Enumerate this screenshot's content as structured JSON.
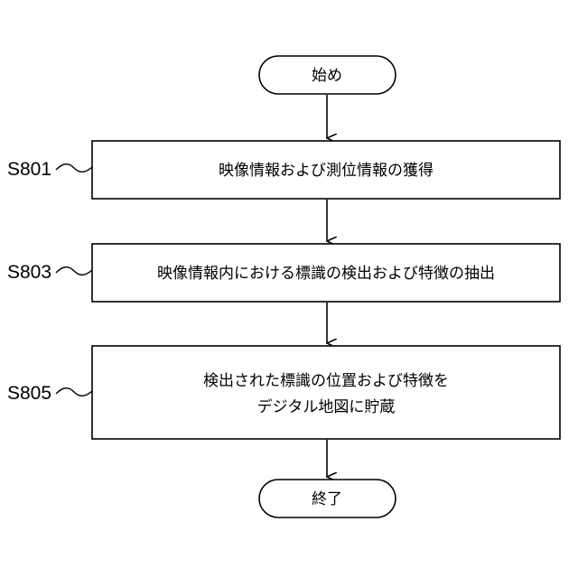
{
  "start": {
    "label": "始め"
  },
  "steps": [
    {
      "id": "S801",
      "lines": [
        "映像情報および測位情報の獲得"
      ]
    },
    {
      "id": "S803",
      "lines": [
        "映像情報内における標識の検出および特徴の抽出"
      ]
    },
    {
      "id": "S805",
      "lines": [
        "検出された標識の位置および特徴を",
        "デジタル地図に貯蔵"
      ]
    }
  ],
  "end": {
    "label": "終了"
  }
}
